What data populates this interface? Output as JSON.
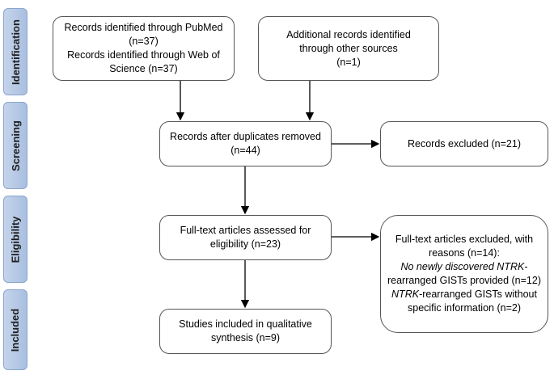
{
  "phases": {
    "identification": "Identification",
    "screening": "Screening",
    "eligibility": "Eligibility",
    "included": "Included"
  },
  "boxes": {
    "pubmed_line1": "Records identified through PubMed",
    "pubmed_line2": "(n=37)",
    "wos_line1": "Records identified through Web of",
    "wos_line2": "Science (n=37)",
    "additional_line1": "Additional records identified",
    "additional_line2": "through other sources",
    "additional_line3": "(n=1)",
    "duplicates_line1": "Records after duplicates removed",
    "duplicates_line2": "(n=44)",
    "excluded": "Records excluded (n=21)",
    "fulltext_line1": "Full-text articles assessed for",
    "fulltext_line2": "eligibility (n=23)",
    "ft_excluded_line1": "Full-text articles excluded, with",
    "ft_excluded_line2": "reasons (n=14):",
    "ft_excluded_line3_italic": "No newly discovered NTRK",
    "ft_excluded_line3_plain": "-",
    "ft_excluded_line4": "rearranged GISTs provided (n=12)",
    "ft_excluded_line5_italic": "NTRK",
    "ft_excluded_line5_plain": "-rearranged GISTs without",
    "ft_excluded_line6": "specific information (n=2)",
    "included_line1": "Studies included in qualitative",
    "included_line2": "synthesis (n=9)"
  }
}
